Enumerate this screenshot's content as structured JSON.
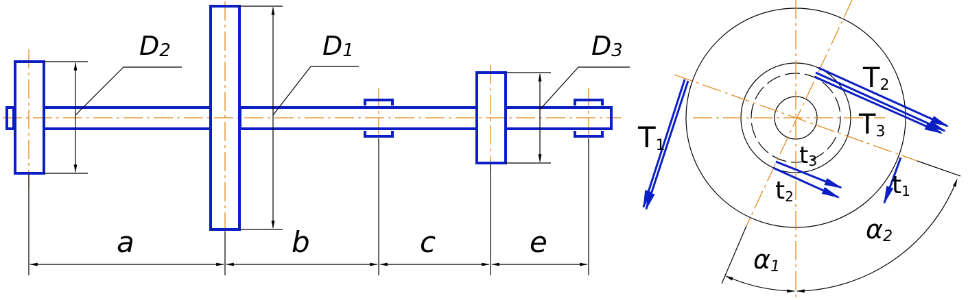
{
  "shaft_view": {
    "diameter_labels": {
      "d2_main": "D",
      "d2_sub": "2",
      "d1_main": "D",
      "d1_sub": "1",
      "d3_main": "D",
      "d3_sub": "3"
    },
    "span_labels": {
      "a": "a",
      "b": "b",
      "c": "c",
      "e": "e"
    }
  },
  "pulley_view": {
    "force_labels": {
      "T1_main": "T",
      "T1_sub": "1",
      "T2_main": "T",
      "T2_sub": "2",
      "T3_main": "T",
      "T3_sub": "3",
      "t1_main": "t",
      "t1_sub": "1",
      "t2_main": "t",
      "t2_sub": "2",
      "t3_main": "t",
      "t3_sub": "3"
    },
    "angle_labels": {
      "alpha1_main": "α",
      "alpha1_sub": "1",
      "alpha2_main": "α",
      "alpha2_sub": "2"
    }
  },
  "colors": {
    "part": "#0b1fc4",
    "centerline": "#e08a1e",
    "dimension": "#000000"
  }
}
